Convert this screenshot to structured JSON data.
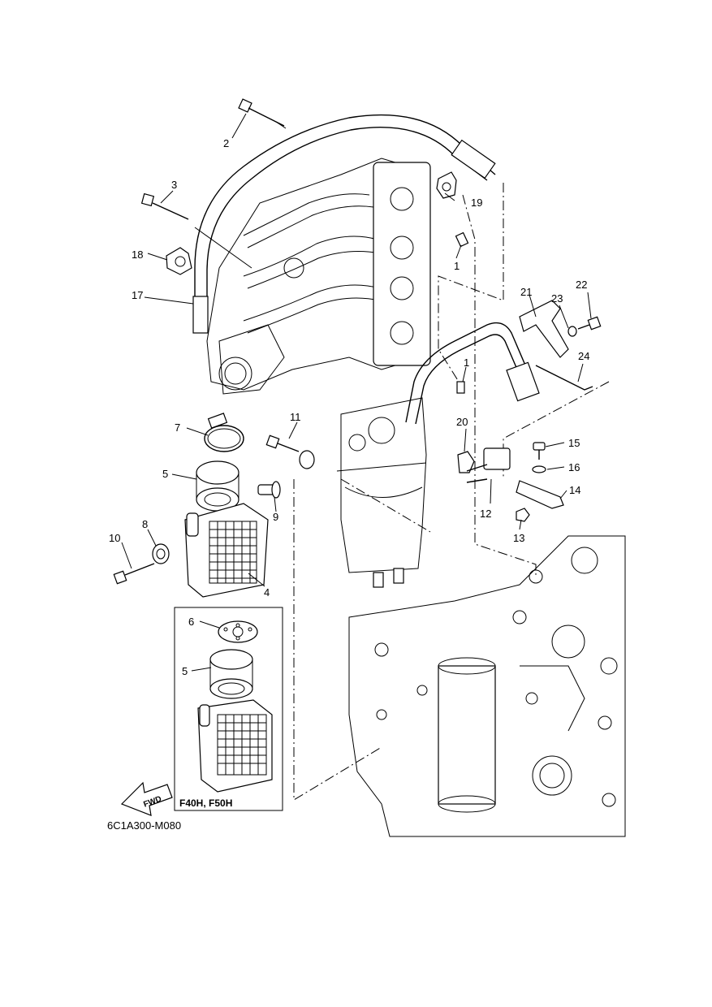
{
  "diagram": {
    "callouts": {
      "c1a": "1",
      "c1b": "1",
      "c2": "2",
      "c3": "3",
      "c4": "4",
      "c5a": "5",
      "c5b": "5",
      "c6": "6",
      "c7": "7",
      "c8": "8",
      "c9": "9",
      "c10": "10",
      "c11": "11",
      "c12": "12",
      "c13": "13",
      "c14": "14",
      "c15": "15",
      "c16": "16",
      "c17": "17",
      "c18": "18",
      "c19": "19",
      "c20": "20",
      "c21": "21",
      "c22": "22",
      "c23": "23",
      "c24": "24"
    },
    "inset_caption": "F40H, F50H",
    "fwd_label": "FWD",
    "drawing_code": "6C1A300-M080"
  }
}
